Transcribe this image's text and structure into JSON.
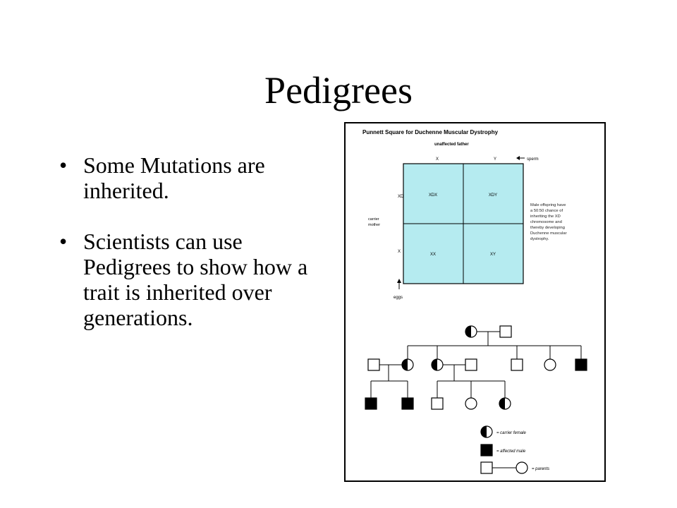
{
  "slide": {
    "title": "Pedigrees",
    "bullets": [
      "Some Mutations are inherited.",
      "Scientists can use Pedigrees to show how a trait is inherited over generations."
    ],
    "bullet_symbol": "•"
  },
  "figure": {
    "punnett": {
      "title": "Punnett Square for Duchenne Muscular Dystrophy",
      "father_label": "unaffected father",
      "sperm_label": "sperm",
      "mother_label_line1": "carrier",
      "mother_label_line2": "mother",
      "eggs_label": "eggs",
      "col_alleles": [
        "X",
        "Y"
      ],
      "row_alleles": [
        "XD",
        "X"
      ],
      "cells": [
        [
          "XDX",
          "XDY"
        ],
        [
          "XX",
          "XY"
        ]
      ],
      "note_lines": [
        "Male offspring have",
        "a 50:50 chance of",
        "inheriting the XD",
        "chromosome and",
        "thereby developing",
        "Duchenne muscular",
        "dystrophy."
      ],
      "cell_color": "#b5ebf0"
    },
    "legend": {
      "carrier_female": "= carrier female",
      "affected_male": "= affected male",
      "parents": "= parents"
    }
  }
}
